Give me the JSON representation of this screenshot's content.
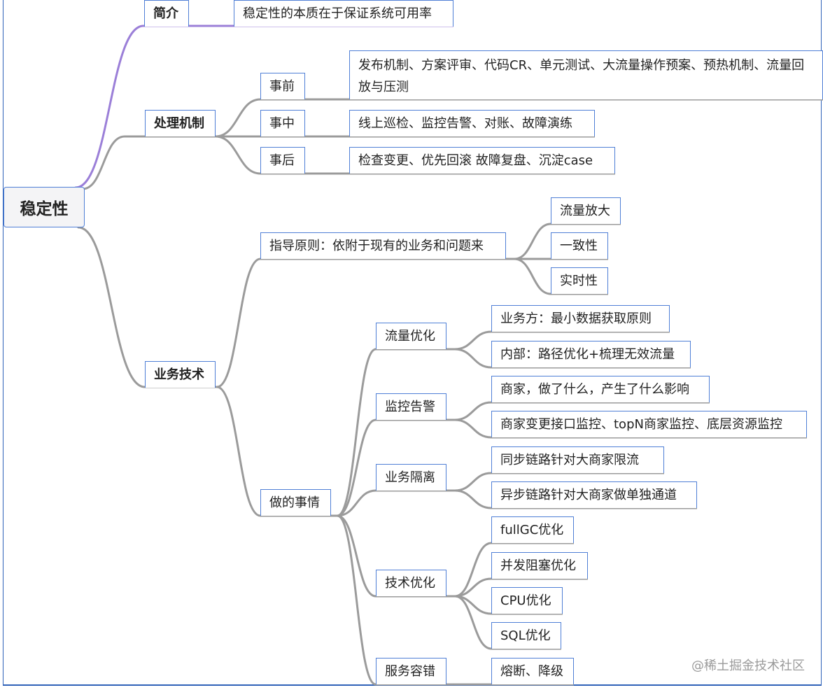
{
  "root": "稳定性",
  "intro": {
    "label": "简介",
    "text": "稳定性的本质在于保证系统可用率"
  },
  "mechanism": {
    "label": "处理机制",
    "before": {
      "label": "事前",
      "text": "发布机制、方案评审、代码CR、单元测试、大流量操作预案、预热机制、流量回放与压测"
    },
    "during": {
      "label": "事中",
      "text": "线上巡检、监控告警、对账、故障演练"
    },
    "after": {
      "label": "事后",
      "text": "检查变更、优先回滚 故障复盘、沉淀case"
    }
  },
  "business": {
    "label": "业务技术",
    "principle": {
      "label": "指导原则：依附于现有的业务和问题来",
      "items": [
        "流量放大",
        "一致性",
        "实时性"
      ]
    },
    "todo": {
      "label": "做的事情",
      "traffic": {
        "label": "流量优化",
        "items": [
          "业务方：最小数据获取原则",
          "内部：路径优化+梳理无效流量"
        ]
      },
      "monitor": {
        "label": "监控告警",
        "items": [
          "商家，做了什么，产生了什么影响",
          "商家变更接口监控、topN商家监控、底层资源监控"
        ]
      },
      "isolation": {
        "label": "业务隔离",
        "items": [
          "同步链路针对大商家限流",
          "异步链路针对大商家做单独通道"
        ]
      },
      "tech": {
        "label": "技术优化",
        "items": [
          "fullGC优化",
          "并发阻塞优化",
          "CPU优化",
          "SQL优化"
        ]
      },
      "fault": {
        "label": "服务容错",
        "items": [
          "熔断、降级"
        ]
      }
    }
  },
  "watermark": "@稀土掘金技术社区",
  "colors": {
    "link": "#9b9b9b",
    "link_accent": "#9b7fd8",
    "border": "#4f7fd6"
  }
}
